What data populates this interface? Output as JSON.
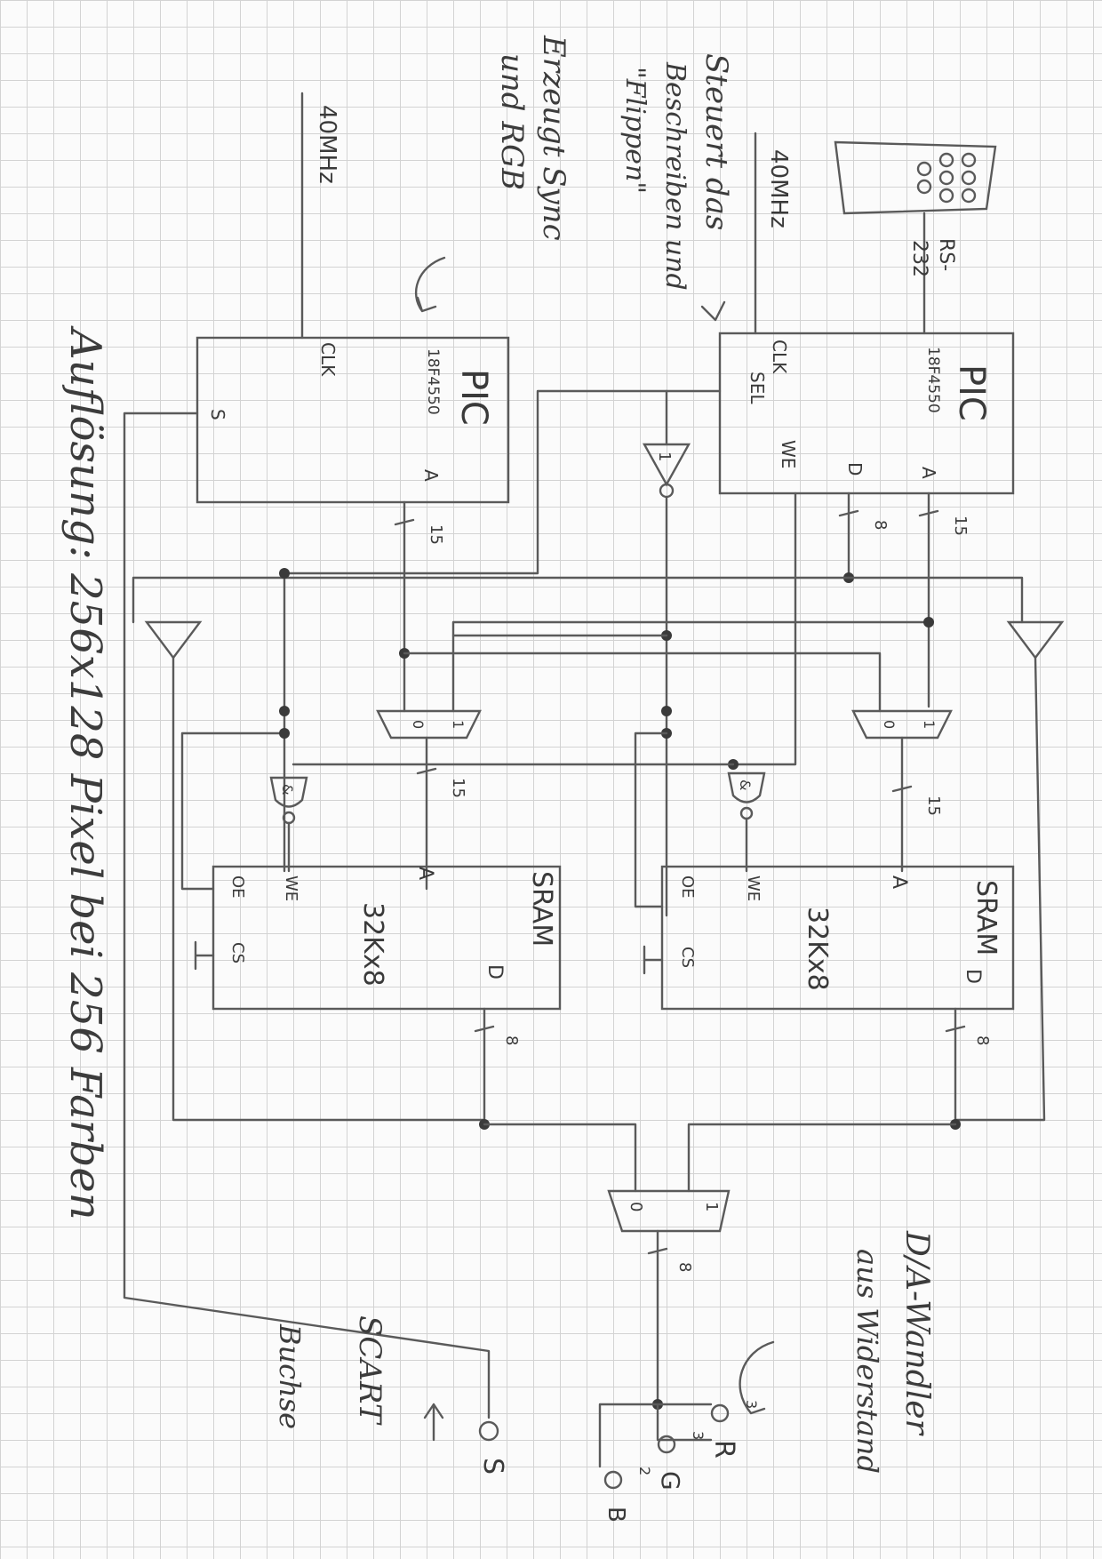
{
  "pic1": {
    "name": "PIC",
    "part": "18F4550",
    "pin_clk": "CLK",
    "pin_sel": "SEL",
    "pin_we": "WE",
    "pin_d": "D",
    "pin_a": "A"
  },
  "pic2": {
    "name": "PIC",
    "part": "18F4550",
    "pin_clk": "CLK",
    "pin_s": "S",
    "pin_a": "A"
  },
  "clk1": "40MHz",
  "clk2": "40MHz",
  "rs232": {
    "line1": "RS-",
    "line2": "232"
  },
  "bus": {
    "d8": "8",
    "a15": "15",
    "a15b": "15",
    "a15c": "15",
    "a15d": "15",
    "d8b": "8",
    "d8c": "8",
    "d8d": "8"
  },
  "mux": {
    "in0": "0",
    "in1": "1"
  },
  "nand": "&",
  "sram1": {
    "title": "SRAM",
    "size": "32Kx8",
    "pin_a": "A",
    "pin_d": "D",
    "pin_we": "WE",
    "pin_oe": "OE",
    "pin_cs": "CS"
  },
  "sram2": {
    "title": "SRAM",
    "size": "32Kx8",
    "pin_a": "A",
    "pin_d": "D",
    "pin_we": "WE",
    "pin_oe": "OE",
    "pin_cs": "CS"
  },
  "not_label": "1",
  "notes": {
    "pic1_l1": "Steuert das",
    "pic1_l2": "Beschreiben und",
    "pic1_l3": "\"Flippen\"",
    "pic2_l1": "Erzeugt Sync",
    "pic2_l2": "und RGB",
    "dac_l1": "D/A-Wandler",
    "dac_l2": "aus Widerstand",
    "scart_l1": "SCART",
    "scart_l2": "Buchse",
    "resolution": "Auflösung: 256x128 Pixel bei 256 Farben"
  },
  "outputs": {
    "r": "R",
    "g": "G",
    "b": "B",
    "s": "S",
    "r_bits": "3",
    "g_bits": "3",
    "b_bits": "2"
  }
}
